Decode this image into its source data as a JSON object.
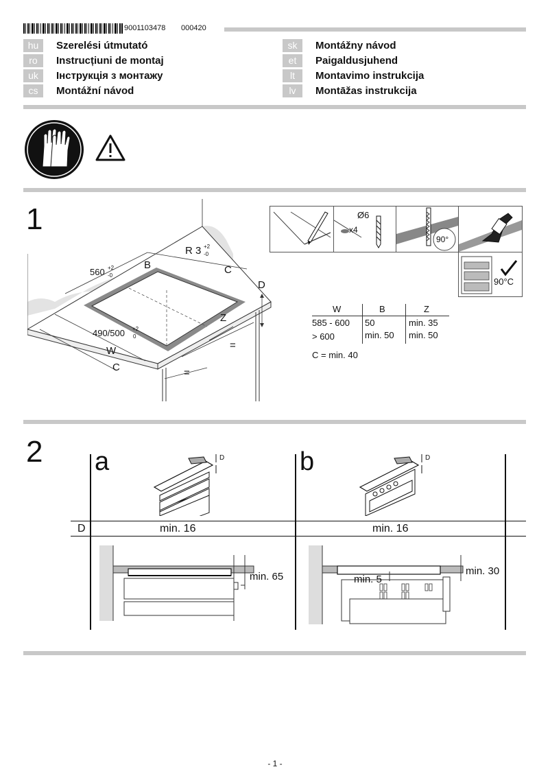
{
  "header": {
    "barcode_number": "9001103478",
    "doc_code": "000420"
  },
  "languages": [
    {
      "code": "hu",
      "title": "Szerelési útmutató"
    },
    {
      "code": "ro",
      "title": "Instrucțiuni de montaj"
    },
    {
      "code": "uk",
      "title": "Інструкція з монтажу"
    },
    {
      "code": "cs",
      "title": "Montážní návod"
    },
    {
      "code": "sk",
      "title": "Montážny návod"
    },
    {
      "code": "et",
      "title": "Paigaldusjuhend"
    },
    {
      "code": "lt",
      "title": "Montavimo instrukcija"
    },
    {
      "code": "lv",
      "title": "Montāžas instrukcija"
    }
  ],
  "step1": {
    "number": "1",
    "labels": {
      "r3": "R 3",
      "b": "B",
      "c_top": "C",
      "d": "D",
      "z": "Z",
      "w": "W",
      "c_bottom": "C",
      "eq1": "=",
      "eq2": "=",
      "dim560": "560",
      "dim490": "490/500",
      "tol_plus": "+2",
      "tol_minus": "-0",
      "tol_zero": "0"
    },
    "tools": {
      "drill": "Ø6",
      "count": "x4",
      "angle": "90°",
      "temp": "90°C"
    },
    "table": {
      "headers": [
        "W",
        "B",
        "Z"
      ],
      "rows": [
        [
          "585 - 600",
          "50",
          "min. 35"
        ],
        [
          "> 600",
          "min. 50",
          "min. 50"
        ]
      ],
      "note": "C = min. 40"
    }
  },
  "step2": {
    "number": "2",
    "panel_a": "a",
    "panel_b": "b",
    "d_small": "D",
    "row_label": "D",
    "d_value_a": "min. 16",
    "d_value_b": "min. 16",
    "min65": "min. 65",
    "min5": "min. 5",
    "min30": "min. 30"
  },
  "footer": {
    "page": "- 1 -"
  }
}
